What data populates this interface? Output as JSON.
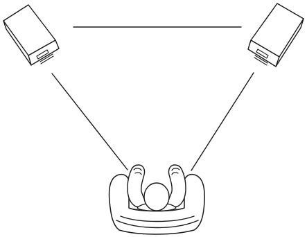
{
  "diagram": {
    "elements": [
      "left-speaker",
      "right-speaker",
      "listener-in-armchair",
      "speaker-to-speaker-line",
      "left-speaker-to-listener-line",
      "right-speaker-to-listener-line"
    ]
  },
  "colors": {
    "line": "#1a1a1a",
    "background": "#ffffff"
  }
}
